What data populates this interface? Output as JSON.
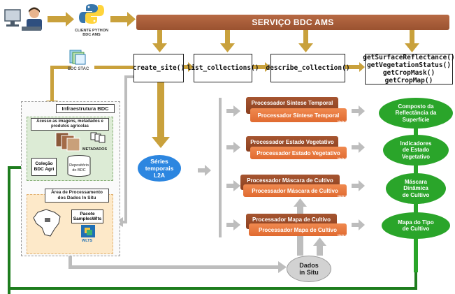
{
  "service": {
    "title": "SERVIÇO BDC AMS"
  },
  "client": {
    "python_label_line1": "CLIENTE PYTHON",
    "python_label_line2": "BDC AMS"
  },
  "stac": {
    "label": "BDC STAC"
  },
  "functions": {
    "create_site": "create_site()",
    "list_collections": "list_collections()",
    "describe_collection": "describe_collection()",
    "get_functions": [
      "getSurfaceReflectance()",
      "getVegetationStatus()",
      "getCropMask()",
      "getCropMap()"
    ]
  },
  "infra": {
    "title": "Infraestrutura BDC",
    "access_title": "Acesso as imagens, metadados e produtos agrícolas",
    "metadados": "METADADOS",
    "colecao_line1": "Coleção",
    "colecao_line2": "BDC Agri",
    "repo_line1": "Repositório",
    "repo_line2": "do BDC",
    "processing_title_line1": "Área de Processamento",
    "processing_title_line2": "dos Dados In Situ",
    "pacote_line1": "Pacote",
    "pacote_line2": "SamplesWlts",
    "wlts": "WLTS"
  },
  "series": {
    "line1": "Séries",
    "line2": "temporais",
    "line3": "L2A"
  },
  "processors": [
    {
      "label": "Processador Síntese Temporal",
      "tag": "Node #1"
    },
    {
      "label": "Processador Estado Vegetativo",
      "tag": "Node #2"
    },
    {
      "label": "Processador Máscara de Cultivo",
      "tag": "Node #3"
    },
    {
      "label": "Processador Mapa de Cultivo",
      "tag": "Node #4"
    }
  ],
  "outputs": [
    {
      "line1": "Composto da",
      "line2": "Reflectância da",
      "line3": "Superfície"
    },
    {
      "line1": "Indicadores",
      "line2": "de Estado",
      "line3": "Vegetativo"
    },
    {
      "line1": "Máscara",
      "line2": "Dinâmica",
      "line3": "de Cultivo"
    },
    {
      "line1": "Mapa do Tipo",
      "line2": "de Cultivo",
      "line3": ""
    }
  ],
  "dados": {
    "line1": "Dados",
    "line2": "in Situ"
  },
  "colors": {
    "brown": "#9a5230",
    "gold": "#c9a13c",
    "green": "#2aa52a",
    "blue": "#2c86e0",
    "orange": "#e06a30",
    "arrow_gray": "#bdbdbd",
    "dark_green": "#1e7d1e"
  }
}
